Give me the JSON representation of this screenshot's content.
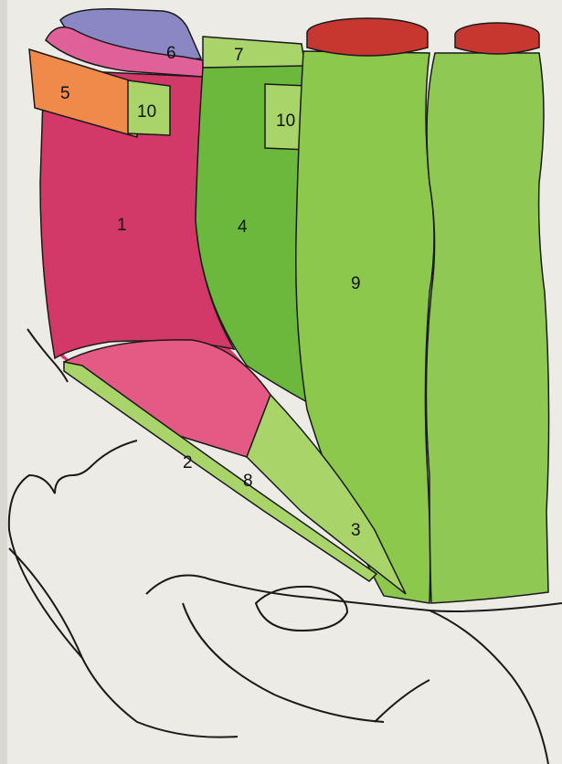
{
  "labels": {
    "l1": "1",
    "l2": "2",
    "l3": "3",
    "l4": "4",
    "l5": "5",
    "l6": "6",
    "l7": "7",
    "l8": "8",
    "l9": "9",
    "l10a": "10",
    "l10b": "10"
  },
  "colors": {
    "paper": "#ecebe6",
    "magenta": "#d83a6e",
    "magenta_dark": "#c92a5c",
    "pink_light": "#e45a84",
    "green_dark": "#6cb83c",
    "green_mid": "#8cc84c",
    "green_light": "#a8d46a",
    "orange": "#ef8a4a",
    "purple": "#8b86c4",
    "red": "#c8372f",
    "outline": "#1a1a1a"
  }
}
